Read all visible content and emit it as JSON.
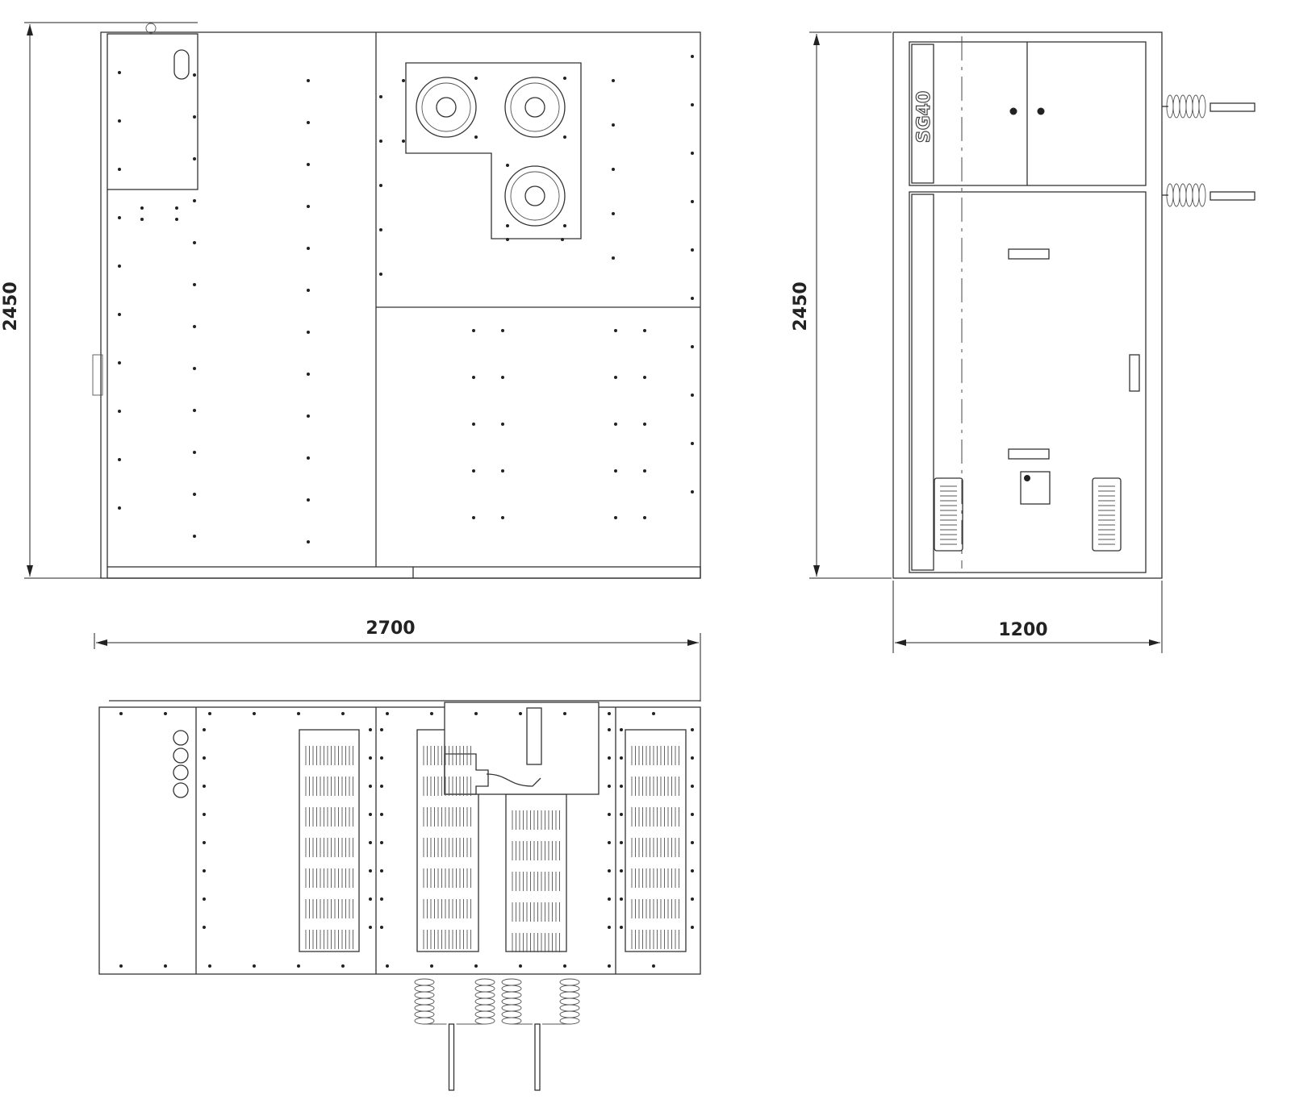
{
  "front_view": {
    "height_dimension": "2450"
  },
  "side_view": {
    "height_dimension": "2450",
    "width_dimension": "1200",
    "logo_text": "SG40"
  },
  "top_view": {
    "width_dimension": "2700"
  },
  "colors": {
    "line": "#333333",
    "background": "#ffffff"
  }
}
